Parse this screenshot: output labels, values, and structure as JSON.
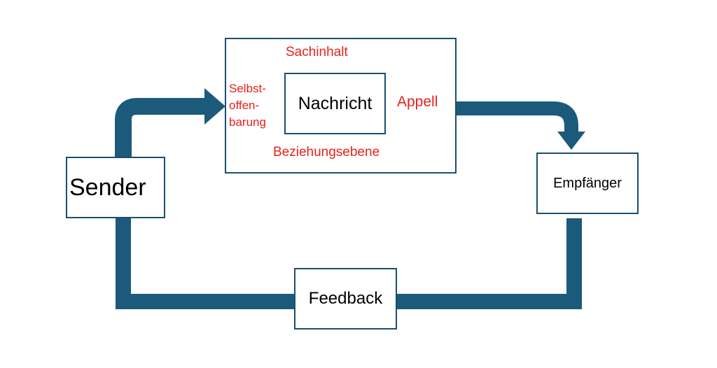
{
  "nodes": {
    "sender": "Sender",
    "nachricht": "Nachricht",
    "empfaenger": "Empfänger",
    "feedback": "Feedback"
  },
  "aspects": {
    "sachinhalt": "Sachinhalt",
    "selbstoffenbarung": [
      "Selbst-",
      "offen-",
      "barung"
    ],
    "appell": "Appell",
    "beziehungsebene": "Beziehungsebene"
  },
  "colors": {
    "arrow": "#1b5a7a",
    "border": "#1b4f6b",
    "aspect_text": "#e8211b"
  }
}
